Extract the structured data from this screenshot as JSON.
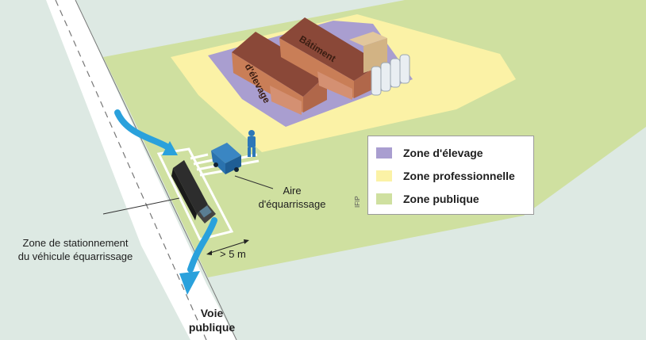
{
  "colors": {
    "background": "#dde9e3",
    "zone_publique": "#cfe0a0",
    "zone_professionnelle": "#fbf2a6",
    "zone_elevage": "#a99ed0",
    "arrow": "#2aa1dc",
    "roof": "#a85a4a",
    "road": "#ffffff"
  },
  "buildings": {
    "left_roof_label": "d'élevage",
    "right_roof_label": "Bâtiment"
  },
  "labels": {
    "aire_line1": "Aire",
    "aire_line2": "d'équarrissage",
    "stationnement_line1": "Zone de stationnement",
    "stationnement_line2": "du véhicule équarrissage",
    "distance": "> 5 m",
    "voie_line1": "Voie",
    "voie_line2": "publique",
    "credit": "IFIP"
  },
  "legend": {
    "items": [
      {
        "label": "Zone d'élevage",
        "color": "#a99ed0"
      },
      {
        "label": "Zone professionnelle",
        "color": "#fbf2a6"
      },
      {
        "label": "Zone publique",
        "color": "#cfe0a0"
      }
    ]
  }
}
